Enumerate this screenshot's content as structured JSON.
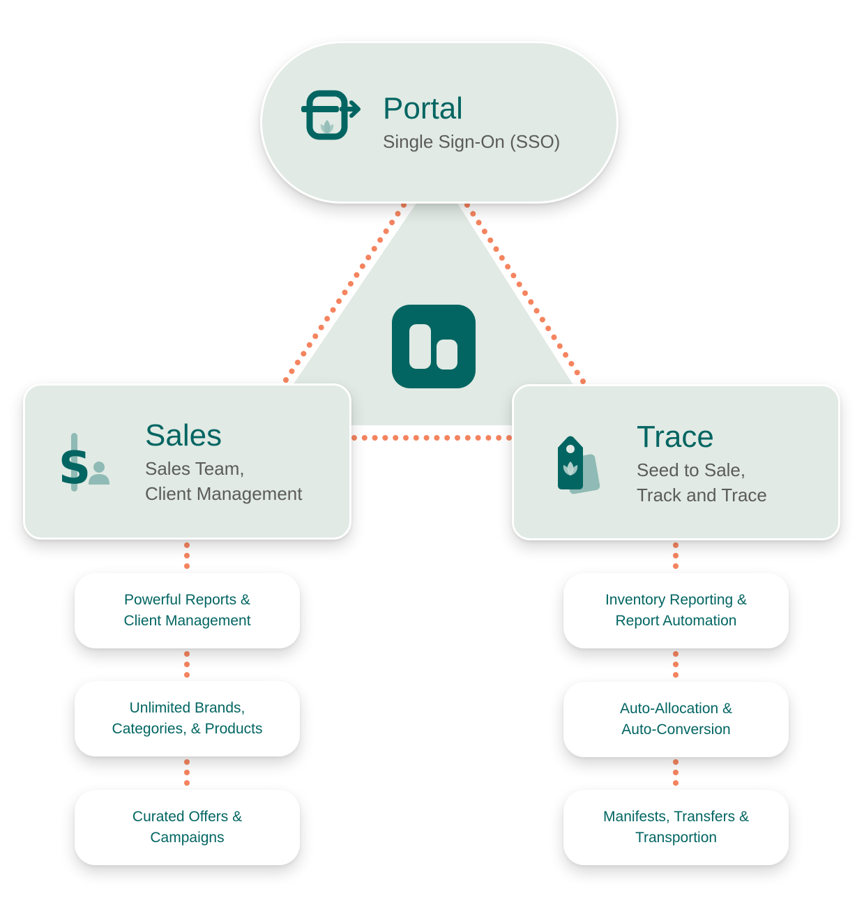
{
  "colors": {
    "brand_teal": "#026562",
    "node_fill": "#e1eae4",
    "triangle_fill": "#e1eae4",
    "connector_dots": "#f4845f",
    "subtitle_gray": "#5b5b5b",
    "feature_fill": "#ffffff"
  },
  "center": {
    "icon": "platform-logo-icon"
  },
  "portal": {
    "title": "Portal",
    "subtitle": "Single Sign-On (SSO)",
    "icon": "portal-sign-in-icon"
  },
  "sales": {
    "title": "Sales",
    "subtitle_lines": [
      "Sales Team,",
      "Client Management"
    ],
    "icon": "dollar-user-icon",
    "features": [
      {
        "lines": [
          "Powerful Reports &",
          "Client Management"
        ]
      },
      {
        "lines": [
          "Unlimited Brands,",
          "Categories, & Products"
        ]
      },
      {
        "lines": [
          "Curated Offers &",
          "Campaigns"
        ]
      }
    ]
  },
  "trace": {
    "title": "Trace",
    "subtitle_lines": [
      "Seed to Sale,",
      "Track and Trace"
    ],
    "icon": "plant-tag-icon",
    "features": [
      {
        "lines": [
          "Inventory Reporting &",
          "Report Automation"
        ]
      },
      {
        "lines": [
          "Auto-Allocation &",
          "Auto-Conversion"
        ]
      },
      {
        "lines": [
          "Manifests, Transfers &",
          "Transportion"
        ]
      }
    ]
  }
}
